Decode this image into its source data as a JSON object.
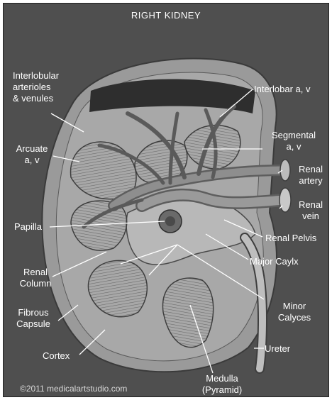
{
  "title": "RIGHT KIDNEY",
  "labels": {
    "interlobular": "Interlobular\narterioles\n& venules",
    "arcuate": "Arcuate\na, v",
    "papilla": "Papilla",
    "renal_column": "Renal\nColumn",
    "fibrous_capsule": "Fibrous\nCapsule",
    "cortex": "Cortex",
    "interlobar": "Interlobar a, v",
    "segmental": "Segmental\na, v",
    "renal_artery": "Renal\nartery",
    "renal_vein": "Renal\nvein",
    "renal_pelvis": "Renal Pelvis",
    "major_calyx": "Major Caylx",
    "minor_calyces": "Minor\nCalyces",
    "ureter": "Ureter",
    "medulla": "Medulla\n(Pyramid)"
  },
  "copyright": "©2011 medicalartstudio.com"
}
